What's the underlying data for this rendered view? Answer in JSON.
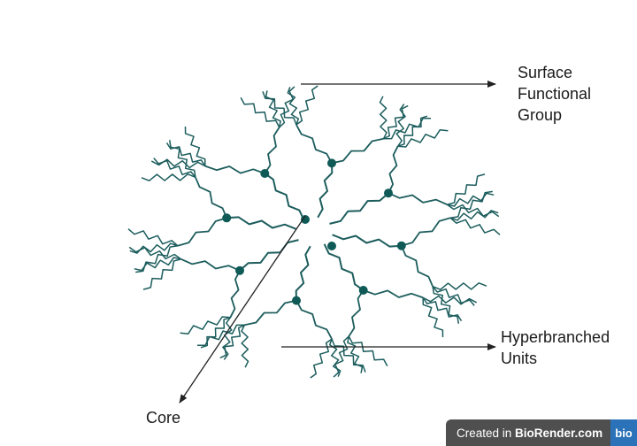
{
  "labels": {
    "surface_functional_group": "Surface\nFunctional\nGroup",
    "hyperbranched_units": "Hyperbranched\nUnits",
    "core": "Core"
  },
  "badge": {
    "prefix": "Created in ",
    "brand": "BioRender.com",
    "logo": "bio"
  },
  "colors": {
    "dendrimer": "#1d5d5d",
    "node": "#0f5a57",
    "arrow": "#222222",
    "badge_bg": "#4f4f4f",
    "badge_logo_bg": "#2b72b8"
  }
}
